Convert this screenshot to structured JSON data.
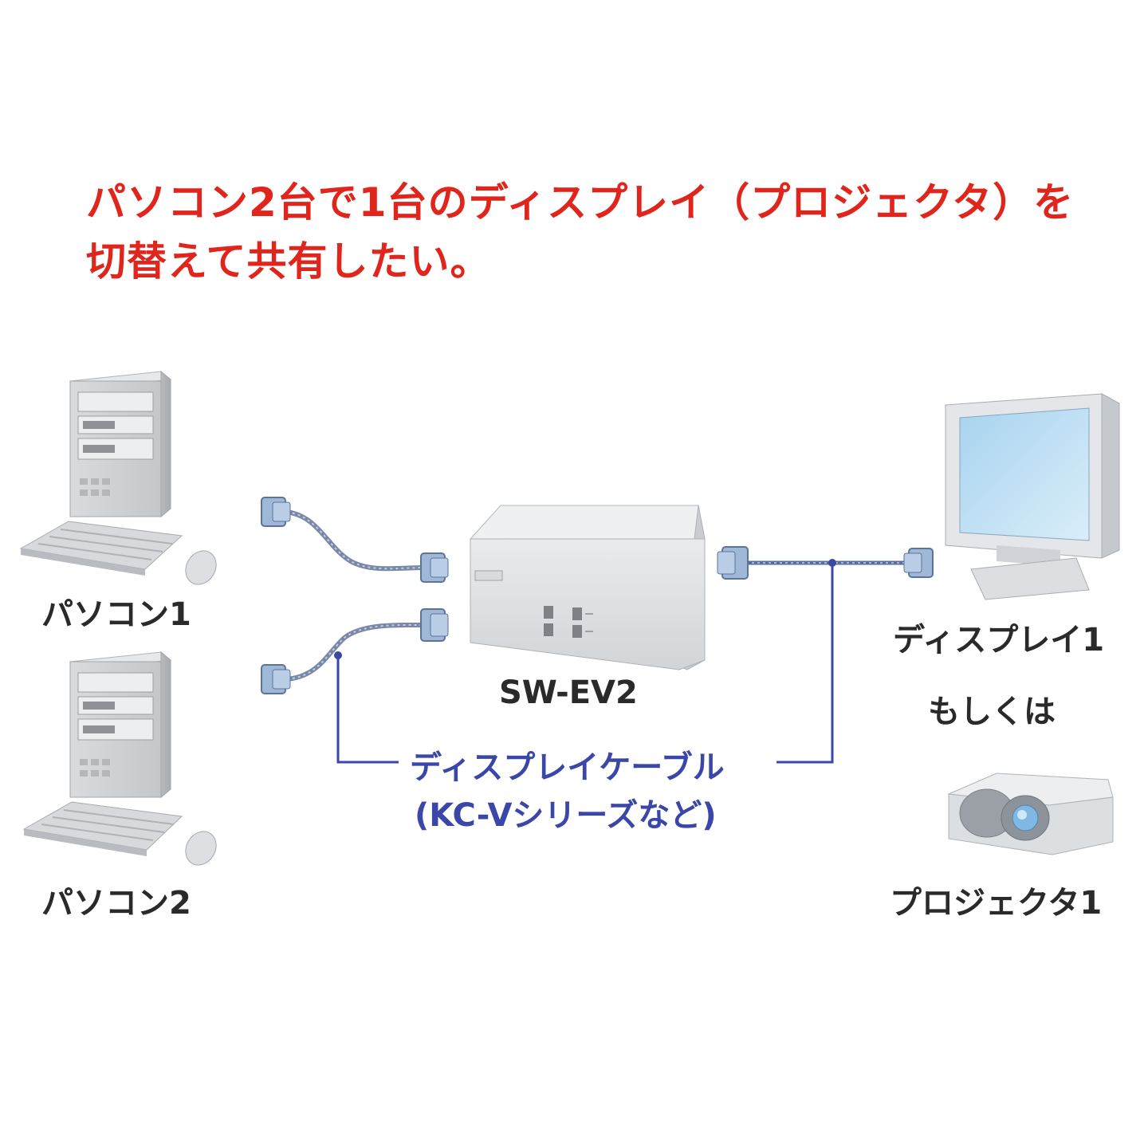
{
  "headline": {
    "line1": "パソコン2台で1台のディスプレイ（プロジェクタ）を",
    "line2": "切替えて共有したい。"
  },
  "labels": {
    "pc1": "パソコン1",
    "pc2": "パソコン2",
    "switch": "SW-EV2",
    "display": "ディスプレイ1",
    "or": "もしくは",
    "projector": "プロジェクタ1",
    "cable_line1": "ディスプレイケーブル",
    "cable_line2": "(KC-Vシリーズなど)"
  },
  "colors": {
    "headline": "#e0261c",
    "callout": "#3b47a8",
    "cable": "#5a6fa0",
    "connector": "#9fb8d8"
  },
  "icons": [
    "pc-tower-icon",
    "keyboard-icon",
    "mouse-icon",
    "kvm-switch-icon",
    "monitor-icon",
    "projector-icon",
    "vga-connector-icon"
  ]
}
